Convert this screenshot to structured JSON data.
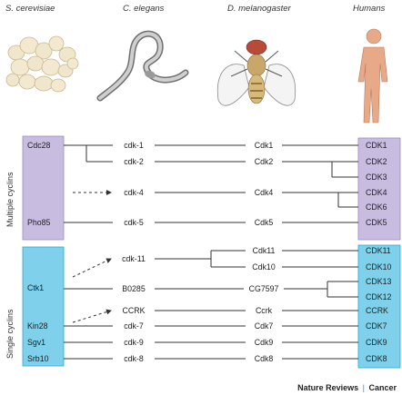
{
  "headers": {
    "yeast": "S. cerevisiae",
    "worm": "C. elegans",
    "fly": "D. melanogaster",
    "human": "Humans"
  },
  "groups": {
    "multiple": "Multiple cyclins",
    "single": "Single cyclins"
  },
  "yeast_genes": [
    "Cdc28",
    "Pho85",
    "Ctk1",
    "Kin28",
    "Sgv1",
    "Srb10"
  ],
  "worm_genes": [
    "cdk-1",
    "cdk-2",
    "cdk-4",
    "cdk-5",
    "cdk-11",
    "B0285",
    "CCRK",
    "cdk-7",
    "cdk-9",
    "cdk-8"
  ],
  "fly_genes": [
    "Cdk1",
    "Cdk2",
    "Cdk4",
    "Cdk5",
    "Cdk11",
    "Cdk10",
    "CG7597",
    "Ccrk",
    "Cdk7",
    "Cdk9",
    "Cdk8"
  ],
  "human_genes": [
    "CDK1",
    "CDK2",
    "CDK3",
    "CDK4",
    "CDK6",
    "CDK5",
    "CDK11",
    "CDK10",
    "CDK13",
    "CDK12",
    "CCRK",
    "CDK7",
    "CDK9",
    "CDK8"
  ],
  "colors": {
    "multiple_box": "#c8bde0",
    "multiple_border": "#9b8cc4",
    "single_box": "#7fd0ea",
    "single_border": "#2aa7d8",
    "line": "#333333",
    "accent": "#2a8fd0"
  },
  "footer": {
    "journal": "Nature Reviews",
    "separator": "|",
    "section": "Cancer"
  }
}
